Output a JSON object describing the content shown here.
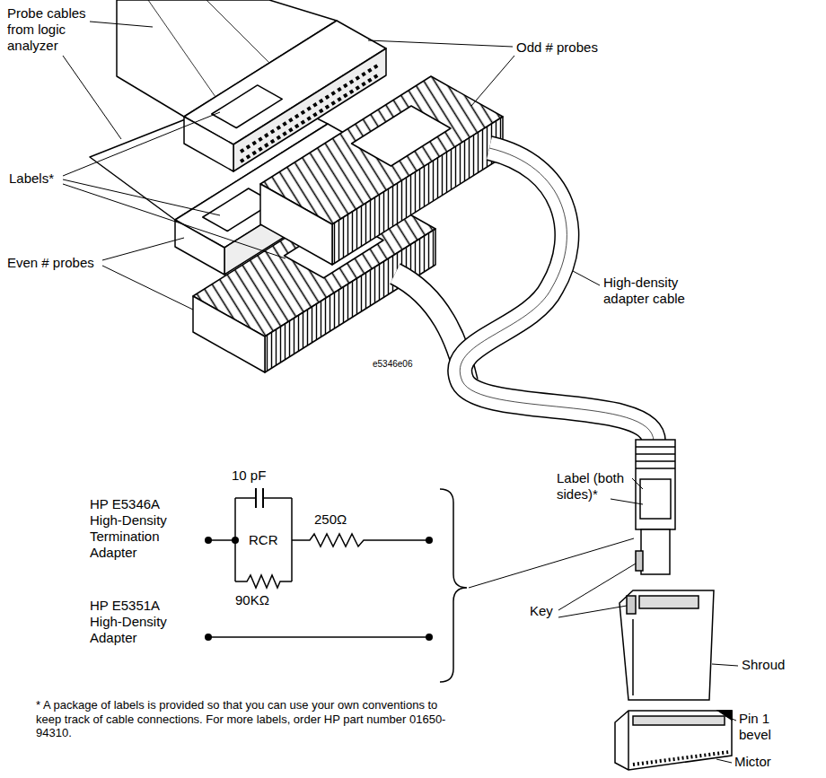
{
  "diagram": {
    "labels": [
      "Probe cables from logic analyzer",
      "Odd # probes",
      "Labels*",
      "Even # probes",
      "High-density adapter cable",
      "e5346e06",
      "Label (both sides)*",
      "HP E5346A High-Density Termination Adapter",
      "10 pF",
      "RCR",
      "250Ω",
      "90KΩ",
      "HP E5351A High-Density Adapter",
      "Key",
      "Shroud",
      "Pin 1 bevel",
      "Mictor",
      "* A package of labels is provided so that you can use your own conventions to keep track of cable connections. For more labels, order HP part number 01650-94310."
    ]
  }
}
